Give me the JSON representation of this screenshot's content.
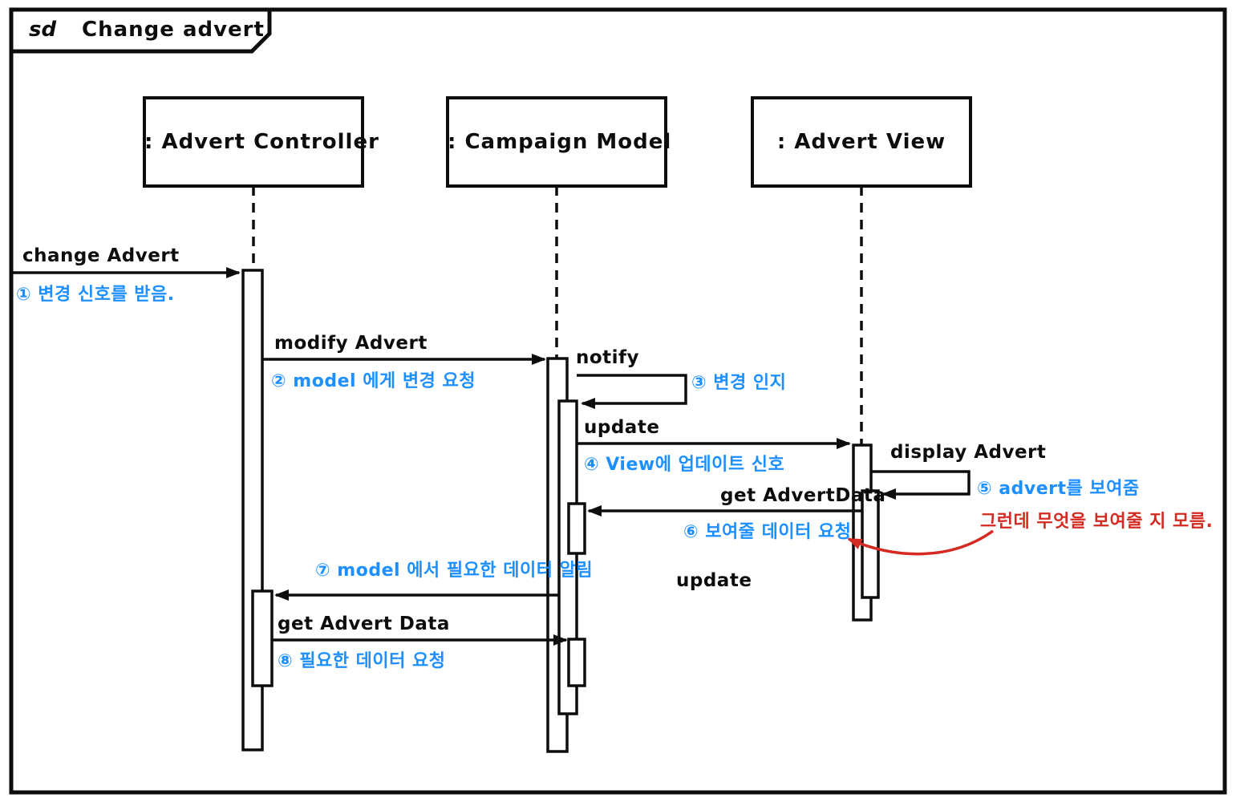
{
  "frame": {
    "keyword": "sd",
    "title": "Change advert"
  },
  "lifelines": [
    {
      "name": ": Advert Controller"
    },
    {
      "name": ": Campaign Model"
    },
    {
      "name": ": Advert View"
    }
  ],
  "messages": [
    {
      "id": "1",
      "label": "change Advert",
      "from": "environment",
      "to": "Advert Controller",
      "kind": "arrow",
      "note": "① 변경 신호를 받음."
    },
    {
      "id": "2",
      "label": "modify Advert",
      "from": "Advert Controller",
      "to": "Campaign Model",
      "kind": "arrow",
      "note": "② model 에게  변경 요청"
    },
    {
      "id": "3",
      "label": "notify",
      "from": "Campaign Model",
      "to": "Campaign Model",
      "kind": "self",
      "note": "③ 변경 인지"
    },
    {
      "id": "4",
      "label": "update",
      "from": "Campaign Model",
      "to": "Advert View",
      "kind": "arrow",
      "note": "④ View에  업데이트 신호"
    },
    {
      "id": "5",
      "label": "display Advert",
      "from": "Advert View",
      "to": "Advert View",
      "kind": "self",
      "note": "⑤ advert를  보여줌"
    },
    {
      "id": "6",
      "label": "get AdvertData",
      "from": "Advert View",
      "to": "Campaign Model",
      "kind": "arrow",
      "note": "⑥ 보여줄  데이터 요청"
    },
    {
      "id": "7",
      "label": "update",
      "from": "Campaign Model",
      "to": "Advert Controller",
      "kind": "arrow",
      "note": "⑦ model 에서  필요한  데이터  알림"
    },
    {
      "id": "8",
      "label": "get Advert Data",
      "from": "Advert Controller",
      "to": "Campaign Model",
      "kind": "arrow",
      "note": "⑧  필요한  데이터  요청"
    }
  ],
  "red_annotation": {
    "text": "그런데  무엇을  보여줄  지  모름."
  },
  "colors": {
    "ink": "#0d0d0d",
    "note_blue": "#1e8fff",
    "note_red": "#d42a22",
    "background": "#ffffff"
  }
}
